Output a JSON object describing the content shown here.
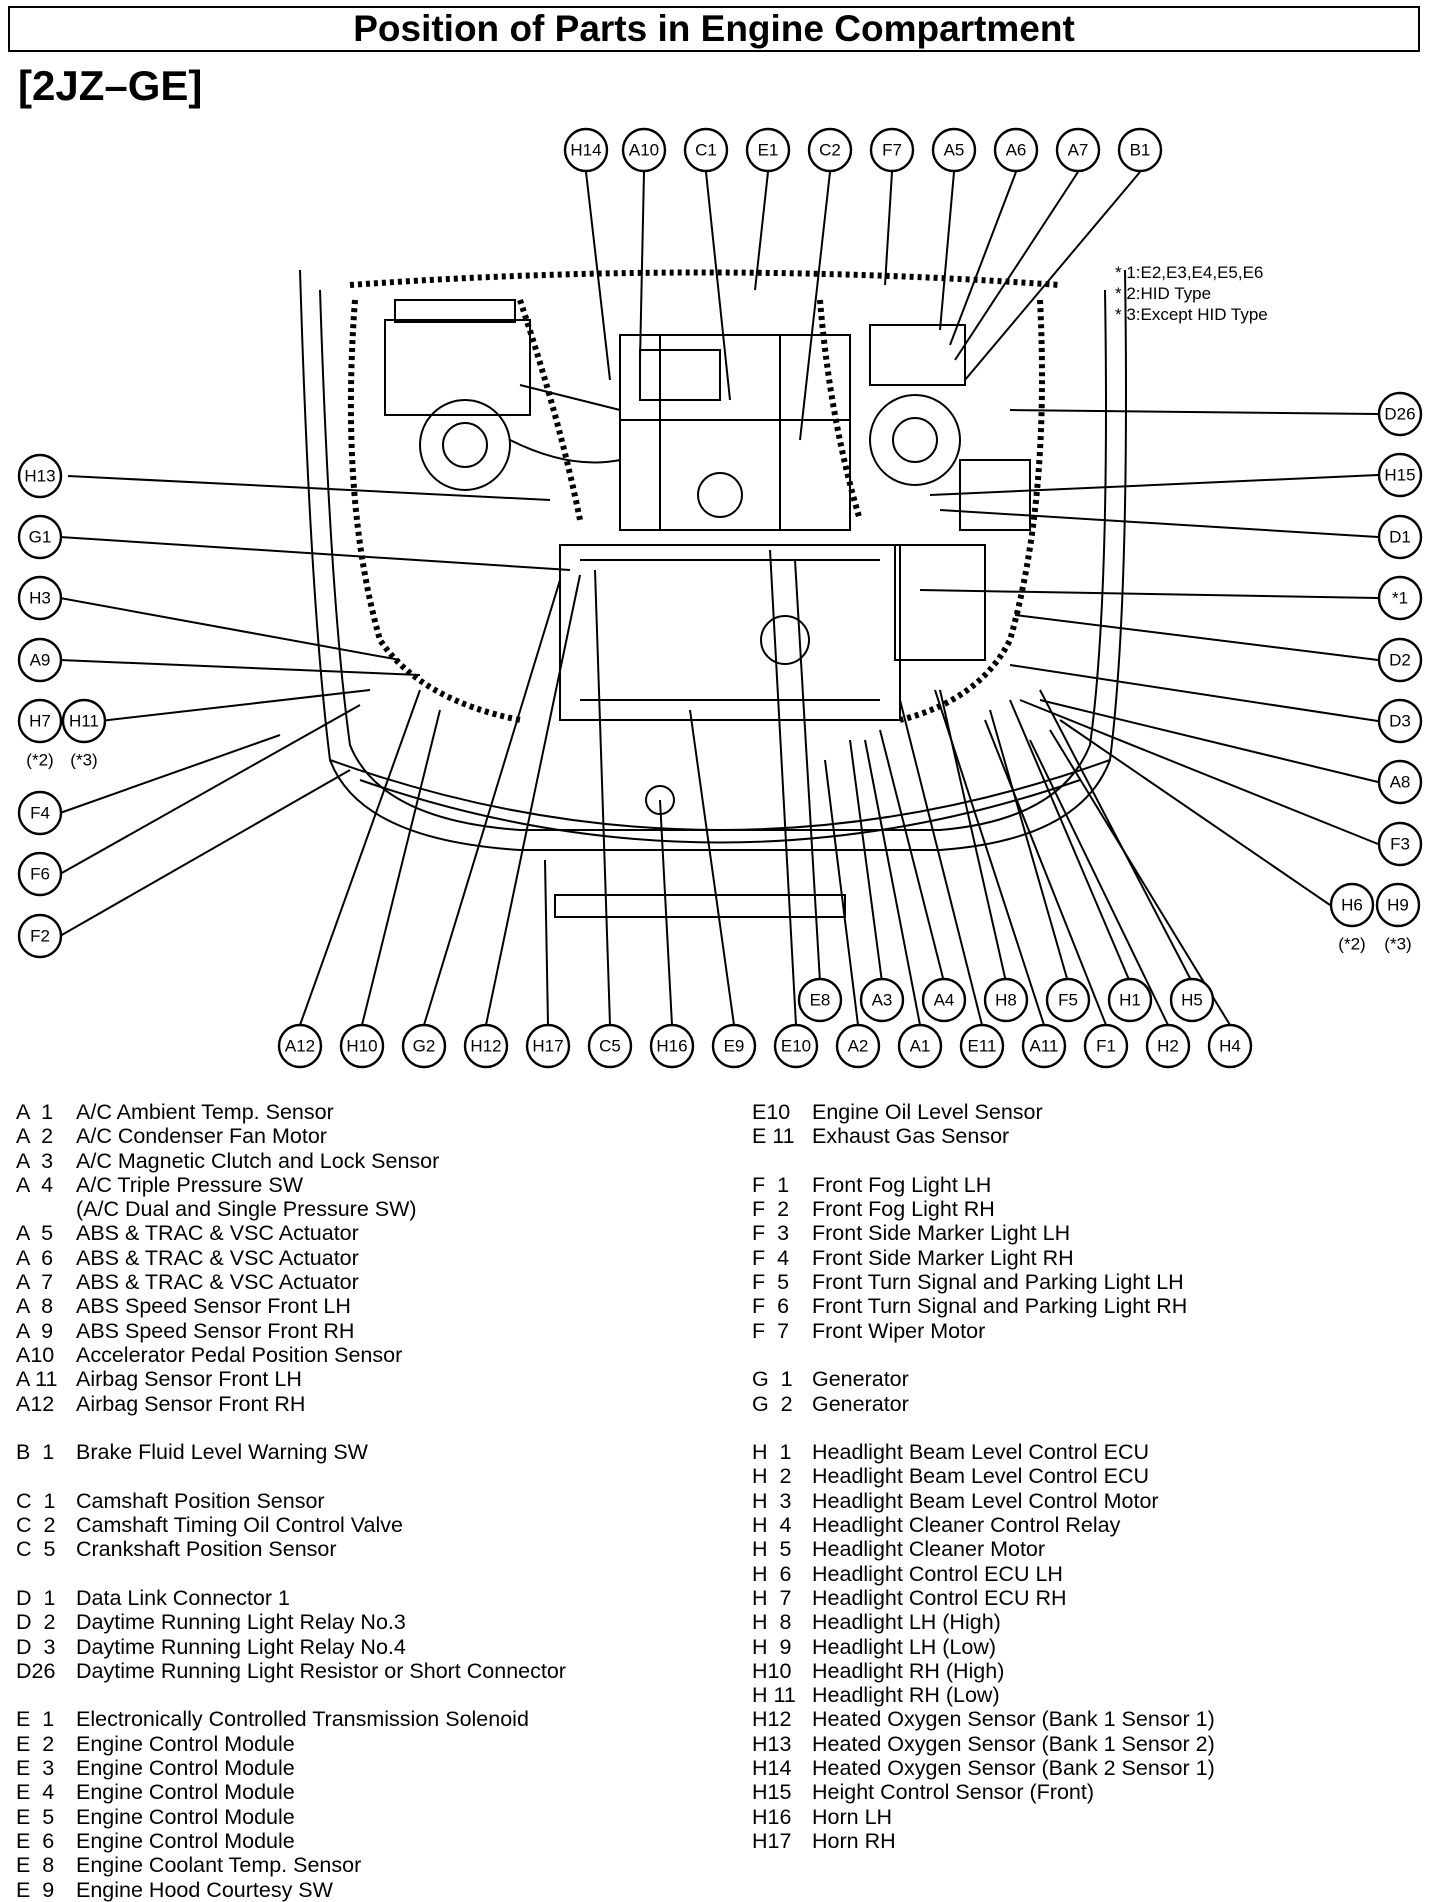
{
  "title": "Position of Parts in Engine Compartment",
  "subtitle": "[2JZ–GE]",
  "notes": [
    "* 1:E2,E3,E4,E5,E6",
    "* 2:HID Type",
    "* 3:Except HID Type"
  ],
  "callouts": [
    {
      "id": "top-H14",
      "label": "H14"
    },
    {
      "id": "top-A10",
      "label": "A10"
    },
    {
      "id": "top-C1",
      "label": "C1"
    },
    {
      "id": "top-E1",
      "label": "E1"
    },
    {
      "id": "top-C2",
      "label": "C2"
    },
    {
      "id": "top-F7",
      "label": "F7"
    },
    {
      "id": "top-A5",
      "label": "A5"
    },
    {
      "id": "top-A6",
      "label": "A6"
    },
    {
      "id": "top-A7",
      "label": "A7"
    },
    {
      "id": "top-B1",
      "label": "B1"
    },
    {
      "id": "left-H13",
      "label": "H13"
    },
    {
      "id": "left-G1",
      "label": "G1"
    },
    {
      "id": "left-H3",
      "label": "H3"
    },
    {
      "id": "left-A9",
      "label": "A9"
    },
    {
      "id": "left-H7",
      "label": "H7"
    },
    {
      "id": "left-H11",
      "label": "H11"
    },
    {
      "id": "left-F4",
      "label": "F4"
    },
    {
      "id": "left-F6",
      "label": "F6"
    },
    {
      "id": "left-F2",
      "label": "F2"
    },
    {
      "id": "right-D26",
      "label": "D26"
    },
    {
      "id": "right-H15",
      "label": "H15"
    },
    {
      "id": "right-D1",
      "label": "D1"
    },
    {
      "id": "right-star1",
      "label": "*1"
    },
    {
      "id": "right-D2",
      "label": "D2"
    },
    {
      "id": "right-D3",
      "label": "D3"
    },
    {
      "id": "right-A8",
      "label": "A8"
    },
    {
      "id": "right-F3",
      "label": "F3"
    },
    {
      "id": "right-H6",
      "label": "H6"
    },
    {
      "id": "right-H9",
      "label": "H9"
    },
    {
      "id": "b1-E8",
      "label": "E8"
    },
    {
      "id": "b1-A3",
      "label": "A3"
    },
    {
      "id": "b1-A4",
      "label": "A4"
    },
    {
      "id": "b1-H8",
      "label": "H8"
    },
    {
      "id": "b1-F5",
      "label": "F5"
    },
    {
      "id": "b1-H1",
      "label": "H1"
    },
    {
      "id": "b1-H5",
      "label": "H5"
    },
    {
      "id": "b2-A12",
      "label": "A12"
    },
    {
      "id": "b2-H10",
      "label": "H10"
    },
    {
      "id": "b2-G2",
      "label": "G2"
    },
    {
      "id": "b2-H12",
      "label": "H12"
    },
    {
      "id": "b2-H17",
      "label": "H17"
    },
    {
      "id": "b2-C5",
      "label": "C5"
    },
    {
      "id": "b2-H16",
      "label": "H16"
    },
    {
      "id": "b2-E9",
      "label": "E9"
    },
    {
      "id": "b2-E10",
      "label": "E10"
    },
    {
      "id": "b2-A2",
      "label": "A2"
    },
    {
      "id": "b2-A1",
      "label": "A1"
    },
    {
      "id": "b2-E11",
      "label": "E11"
    },
    {
      "id": "b2-A11",
      "label": "A11"
    },
    {
      "id": "b2-F1",
      "label": "F1"
    },
    {
      "id": "b2-H2",
      "label": "H2"
    },
    {
      "id": "b2-H4",
      "label": "H4"
    }
  ],
  "callout_subs": {
    "h7": "(*2)",
    "h11": "(*3)",
    "h6": "(*2)",
    "h9": "(*3)"
  },
  "legend_left": [
    {
      "code": "A  1",
      "name": "A/C Ambient Temp. Sensor"
    },
    {
      "code": "A  2",
      "name": "A/C Condenser Fan Motor"
    },
    {
      "code": "A  3",
      "name": "A/C Magnetic Clutch and Lock Sensor"
    },
    {
      "code": "A  4",
      "name": "A/C Triple Pressure SW"
    },
    {
      "code": "",
      "name": "(A/C Dual and Single Pressure SW)"
    },
    {
      "code": "A  5",
      "name": "ABS & TRAC & VSC Actuator"
    },
    {
      "code": "A  6",
      "name": "ABS & TRAC & VSC Actuator"
    },
    {
      "code": "A  7",
      "name": "ABS & TRAC & VSC Actuator"
    },
    {
      "code": "A  8",
      "name": "ABS Speed Sensor Front LH"
    },
    {
      "code": "A  9",
      "name": "ABS Speed Sensor Front RH"
    },
    {
      "code": "A10",
      "name": "Accelerator Pedal Position Sensor"
    },
    {
      "code": "A 11",
      "name": "Airbag Sensor Front LH"
    },
    {
      "code": "A12",
      "name": "Airbag Sensor Front RH"
    },
    {
      "gap": true
    },
    {
      "code": "B  1",
      "name": "Brake Fluid Level Warning SW"
    },
    {
      "gap": true
    },
    {
      "code": "C  1",
      "name": "Camshaft Position Sensor"
    },
    {
      "code": "C  2",
      "name": "Camshaft Timing Oil Control Valve"
    },
    {
      "code": "C  5",
      "name": "Crankshaft Position Sensor"
    },
    {
      "gap": true
    },
    {
      "code": "D  1",
      "name": "Data Link Connector 1"
    },
    {
      "code": "D  2",
      "name": "Daytime Running Light Relay No.3"
    },
    {
      "code": "D  3",
      "name": "Daytime Running Light Relay No.4"
    },
    {
      "code": "D26",
      "name": "Daytime Running Light Resistor or Short Connector"
    },
    {
      "gap": true
    },
    {
      "code": "E  1",
      "name": "Electronically Controlled Transmission Solenoid"
    },
    {
      "code": "E  2",
      "name": "Engine Control Module"
    },
    {
      "code": "E  3",
      "name": "Engine Control Module"
    },
    {
      "code": "E  4",
      "name": "Engine Control Module"
    },
    {
      "code": "E  5",
      "name": "Engine Control Module"
    },
    {
      "code": "E  6",
      "name": "Engine Control Module"
    },
    {
      "code": "E  8",
      "name": "Engine Coolant Temp. Sensor"
    },
    {
      "code": "E  9",
      "name": "Engine Hood Courtesy SW"
    }
  ],
  "legend_right": [
    {
      "code": "E10",
      "name": "Engine Oil Level Sensor"
    },
    {
      "code": "E 11",
      "name": "Exhaust Gas Sensor"
    },
    {
      "gap": true
    },
    {
      "code": "F  1",
      "name": "Front Fog Light LH"
    },
    {
      "code": "F  2",
      "name": "Front Fog Light RH"
    },
    {
      "code": "F  3",
      "name": "Front Side Marker Light LH"
    },
    {
      "code": "F  4",
      "name": "Front Side Marker Light RH"
    },
    {
      "code": "F  5",
      "name": "Front Turn Signal and Parking Light LH"
    },
    {
      "code": "F  6",
      "name": "Front Turn Signal and Parking Light RH"
    },
    {
      "code": "F  7",
      "name": "Front Wiper Motor"
    },
    {
      "gap": true
    },
    {
      "code": "G  1",
      "name": "Generator"
    },
    {
      "code": "G  2",
      "name": "Generator"
    },
    {
      "gap": true
    },
    {
      "code": "H  1",
      "name": "Headlight Beam Level Control ECU"
    },
    {
      "code": "H  2",
      "name": "Headlight Beam Level Control ECU"
    },
    {
      "code": "H  3",
      "name": "Headlight Beam Level Control Motor"
    },
    {
      "code": "H  4",
      "name": "Headlight Cleaner Control Relay"
    },
    {
      "code": "H  5",
      "name": "Headlight Cleaner Motor"
    },
    {
      "code": "H  6",
      "name": "Headlight Control ECU LH"
    },
    {
      "code": "H  7",
      "name": "Headlight Control ECU RH"
    },
    {
      "code": "H  8",
      "name": "Headlight LH (High)"
    },
    {
      "code": "H  9",
      "name": "Headlight LH (Low)"
    },
    {
      "code": "H10",
      "name": "Headlight RH (High)"
    },
    {
      "code": "H 11",
      "name": "Headlight RH (Low)"
    },
    {
      "code": "H12",
      "name": "Heated Oxygen Sensor (Bank 1 Sensor 1)"
    },
    {
      "code": "H13",
      "name": "Heated Oxygen Sensor (Bank 1 Sensor 2)"
    },
    {
      "code": "H14",
      "name": "Heated Oxygen Sensor (Bank 2 Sensor 1)"
    },
    {
      "code": "H15",
      "name": "Height Control Sensor (Front)"
    },
    {
      "code": "H16",
      "name": "Horn LH"
    },
    {
      "code": "H17",
      "name": "Horn RH"
    }
  ]
}
